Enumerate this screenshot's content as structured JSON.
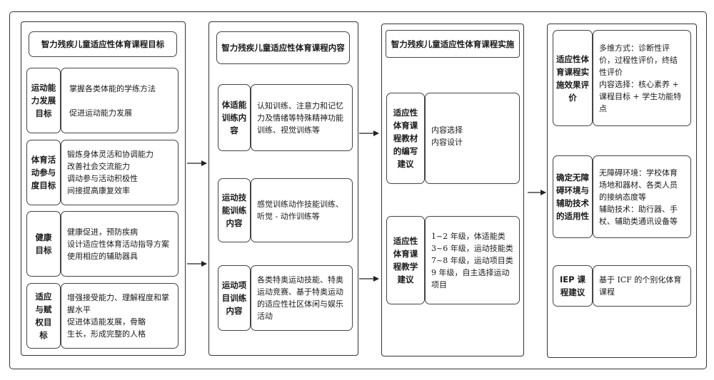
{
  "goals": {
    "title": "智力残疾儿童适应性体育课程目标",
    "items": [
      {
        "label": "运动能力发展目标",
        "lines": [
          "掌握各类体能的学练方法",
          "促进运动能力发展"
        ]
      },
      {
        "label": "体育活动参与度目标",
        "lines": [
          "锻炼身体灵活和协调能力",
          "改善社会交流能力",
          "调动参与活动积极性",
          "间接提高康复效率"
        ]
      },
      {
        "label": "健康目标",
        "lines": [
          "健康促进，预防疾病",
          "设计适应性体育活动指导方案",
          "使用相应的辅助器具"
        ]
      },
      {
        "label": "适应与赋权目标",
        "lines": [
          "增强接受能力、理解程度和掌握水平",
          "促进体适能发展，骨骼生长，形成完整的人格"
        ]
      }
    ]
  },
  "content": {
    "title": "智力残疾儿童适应性体育课程内容",
    "items": [
      {
        "label": "体适能训练内容",
        "lines": [
          "认知训练、注意力和记忆力及情绪等特殊精神功能训练、视觉训练等"
        ]
      },
      {
        "label": "运动技能训练内容",
        "lines": [
          "感觉训练动作技能训练、听觉 - 动作训练等"
        ]
      },
      {
        "label": "运动项目训练内容",
        "lines": [
          "各类特奥运动技能、特奥运动竞赛、基于特奥运动的适应性社区体闲与娱乐活动"
        ]
      }
    ]
  },
  "implementation": {
    "title": "智力残疾儿童适应性体育课程实施",
    "items": [
      {
        "label": "适应性体育课程教材的编写建议",
        "lines": [
          "内容选择",
          "内容设计"
        ]
      },
      {
        "label": "适应性体育课程教学建议",
        "lines": [
          "1~2 年级，体适能类",
          "3~6 年级，运动技能类",
          "7~8 年级，运动项目类",
          "9 年级，自主选择运动项目"
        ]
      }
    ]
  },
  "evaluation": {
    "items": [
      {
        "label": "适应性体育课程实施效果评价",
        "lines": [
          "多维方式：诊断性评价，过程性评价，终结性评价",
          "内容选择：核心素养 + 课程目标 + 学生功能特点"
        ]
      },
      {
        "label": "确定无障碍环境与辅助技术的适用性",
        "lines": [
          "无障碍环境：学校体育场地和器材、各类人员的接纳态度等",
          "辅助技术：助行器、手杖、辅助类通讯设备等"
        ]
      },
      {
        "label": "IEP 课程建议",
        "lines": [
          "基于 ICF 的个别化体育课程"
        ]
      }
    ]
  }
}
